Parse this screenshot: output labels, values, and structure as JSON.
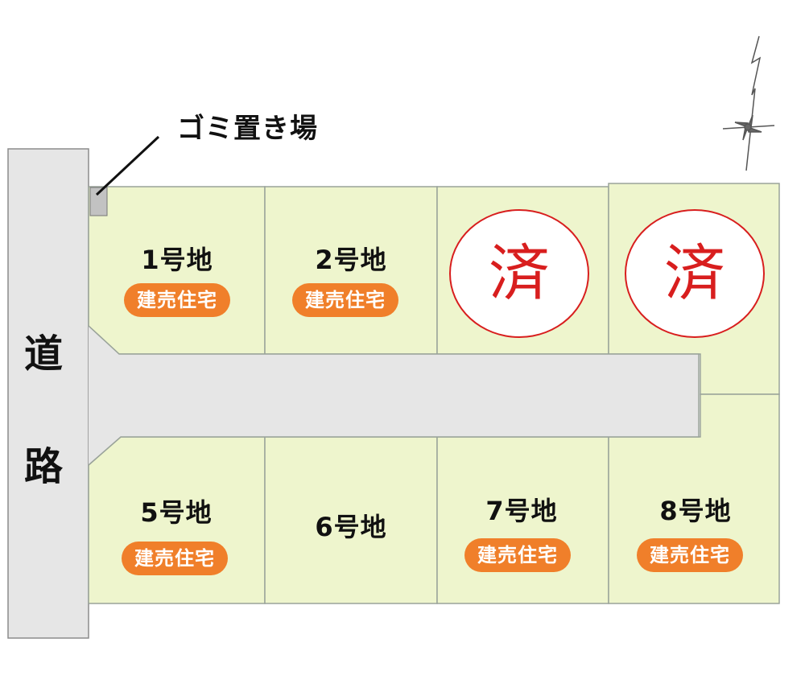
{
  "road_label": [
    "道",
    "路"
  ],
  "garbage_label": "ゴミ置き場",
  "lots": [
    {
      "label": "1号地",
      "badge": "建売住宅"
    },
    {
      "label": "2号地",
      "badge": "建売住宅"
    },
    {
      "label": "",
      "sold": "済"
    },
    {
      "label": "",
      "sold": "済"
    },
    {
      "label": "5号地",
      "badge": "建売住宅"
    },
    {
      "label": "6号地"
    },
    {
      "label": "7号地",
      "badge": "建売住宅"
    },
    {
      "label": "8号地",
      "badge": "建売住宅"
    }
  ],
  "colors": {
    "lot_fill": "#eef5cd",
    "lot_border": "#9aa39a",
    "road_fill": "#e6e6e6",
    "badge": "#f07f2a",
    "sold_stamp": "#d81e1e"
  },
  "icons": {
    "compass": "north-arrow-compass-icon"
  }
}
